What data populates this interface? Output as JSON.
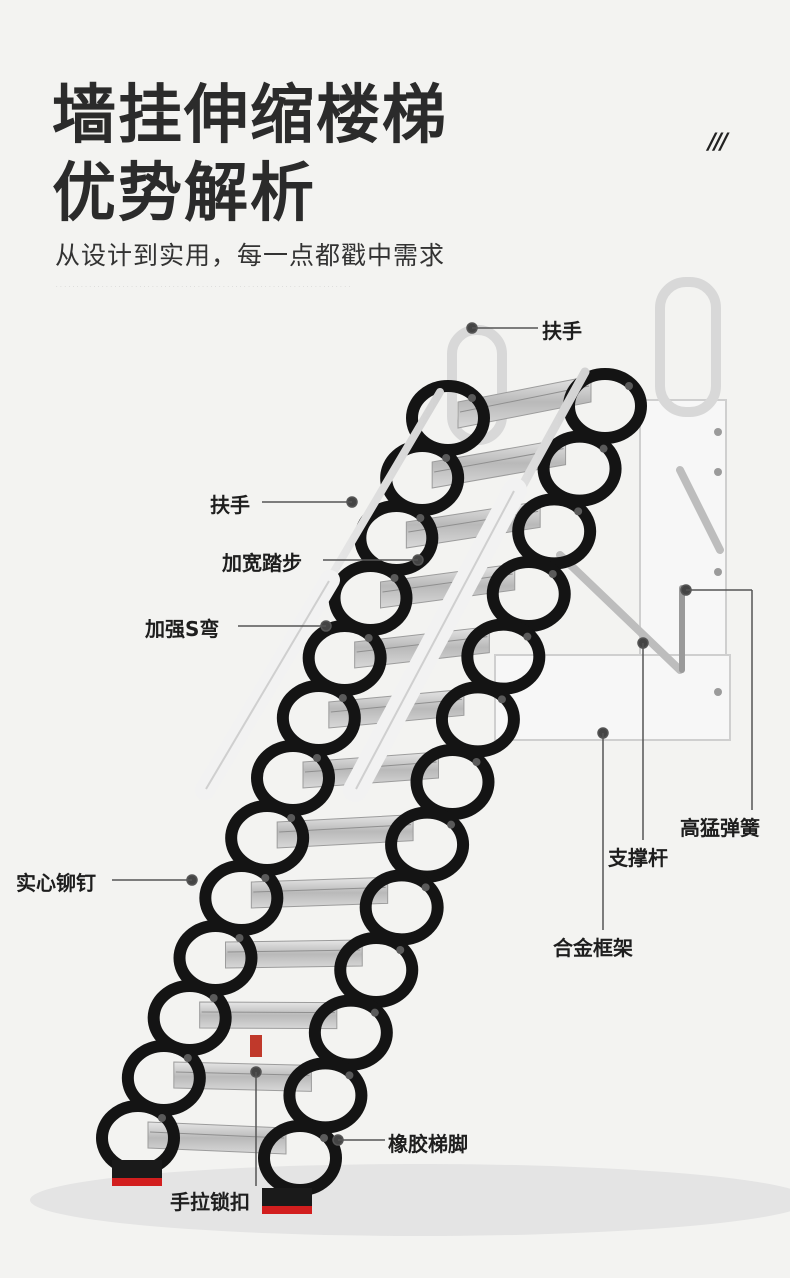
{
  "header": {
    "title_line1": "墙挂伸缩楼梯",
    "title_line2": "优势解析",
    "subtitle": "从设计到实用，每一点都戳中需求",
    "decoration": "///"
  },
  "labels": {
    "handrail_top": "扶手",
    "handrail_left": "扶手",
    "wide_step": "加宽踏步",
    "s_bend": "加强S弯",
    "rivet": "实心铆钉",
    "spring": "高猛弹簧",
    "support_rod": "支撑杆",
    "alloy_frame": "合金框架",
    "rubber_foot": "橡胶梯脚",
    "hand_lock": "手拉锁扣"
  },
  "colors": {
    "background": "#f3f3f1",
    "title": "#2b2b2b",
    "ladder_black": "#141414",
    "tread_silver": "#c9c9c9",
    "foot_red": "#d21e1e"
  }
}
